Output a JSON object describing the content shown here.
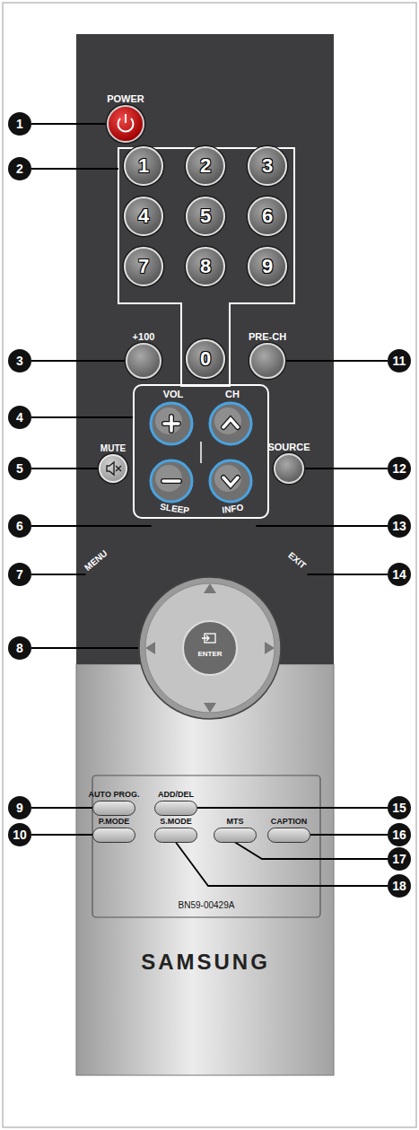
{
  "diagram": {
    "nodes": [
      {
        "text": [
          "POWER"
        ]
      },
      {
        "text": [
          "1"
        ]
      },
      {
        "text": [
          "2"
        ]
      },
      {
        "text": [
          "1"
        ]
      },
      {
        "text": [
          "2"
        ]
      },
      {
        "text": [
          "3"
        ]
      },
      {
        "text": [
          "4"
        ]
      },
      {
        "text": [
          "5"
        ]
      },
      {
        "text": [
          "6"
        ]
      },
      {
        "text": [
          "7"
        ]
      },
      {
        "text": [
          "8"
        ]
      },
      {
        "text": [
          "9"
        ]
      },
      {
        "text": [
          "+100"
        ]
      },
      {
        "text": [
          "0"
        ]
      },
      {
        "text": [
          "PRE-CH"
        ]
      },
      {
        "text": [
          "3"
        ]
      },
      {
        "text": [
          "11"
        ]
      },
      {
        "text": [
          "VOL",
          "CH"
        ]
      },
      {
        "text": [
          "4"
        ]
      },
      {
        "text": [
          "MUTE"
        ]
      },
      {
        "text": [
          "5"
        ]
      },
      {
        "text": [
          "SOURCE"
        ]
      },
      {
        "text": [
          "12"
        ]
      },
      {
        "text": [
          "SLEEP"
        ]
      },
      {
        "text": [
          "6"
        ]
      },
      {
        "text": [
          "INFO"
        ]
      },
      {
        "text": [
          "13"
        ]
      },
      {
        "text": [
          "MENU"
        ]
      },
      {
        "text": [
          "7"
        ]
      },
      {
        "text": [
          "EXIT"
        ]
      },
      {
        "text": [
          "14"
        ]
      },
      {
        "text": [
          "ENTER"
        ]
      },
      {
        "text": [
          "8"
        ]
      },
      {
        "text": [
          "AUTO PROG."
        ]
      },
      {
        "text": [
          "9"
        ]
      },
      {
        "text": [
          "ADD/DEL"
        ]
      },
      {
        "text": [
          "15"
        ]
      },
      {
        "text": [
          "P.MODE"
        ]
      },
      {
        "text": [
          "10"
        ]
      },
      {
        "text": [
          "S.MODE"
        ]
      },
      {
        "text": [
          "MTS"
        ]
      },
      {
        "text": [
          "CAPTION"
        ]
      },
      {
        "text": [
          "16"
        ]
      },
      {
        "text": [
          "17"
        ]
      },
      {
        "text": [
          "18"
        ]
      }
    ],
    "edges": [
      {
        "from": 1,
        "to": 0,
        "arrow": "none"
      },
      {
        "from": 15,
        "to": 12,
        "arrow": "none"
      },
      {
        "from": 16,
        "to": 14,
        "arrow": "none"
      },
      {
        "from": 18,
        "to": 17,
        "arrow": "none"
      },
      {
        "from": 20,
        "to": 19,
        "arrow": "none"
      },
      {
        "from": 22,
        "to": 21,
        "arrow": "none"
      },
      {
        "from": 24,
        "to": 23,
        "arrow": "none"
      },
      {
        "from": 26,
        "to": 25,
        "arrow": "none"
      },
      {
        "from": 28,
        "to": 27,
        "arrow": "none"
      },
      {
        "from": 30,
        "to": 29,
        "arrow": "none"
      },
      {
        "from": 32,
        "to": 31,
        "arrow": "none"
      },
      {
        "from": 34,
        "to": 33,
        "arrow": "none"
      },
      {
        "from": 36,
        "to": 35,
        "arrow": "none"
      },
      {
        "from": 38,
        "to": 37,
        "arrow": "none"
      },
      {
        "from": 42,
        "to": 41,
        "arrow": "none"
      },
      {
        "from": 43,
        "to": 40,
        "arrow": "none"
      },
      {
        "from": 44,
        "to": 39,
        "arrow": "none"
      }
    ],
    "labels": [
      "BN59-00429A",
      "SAMSUNG"
    ]
  }
}
